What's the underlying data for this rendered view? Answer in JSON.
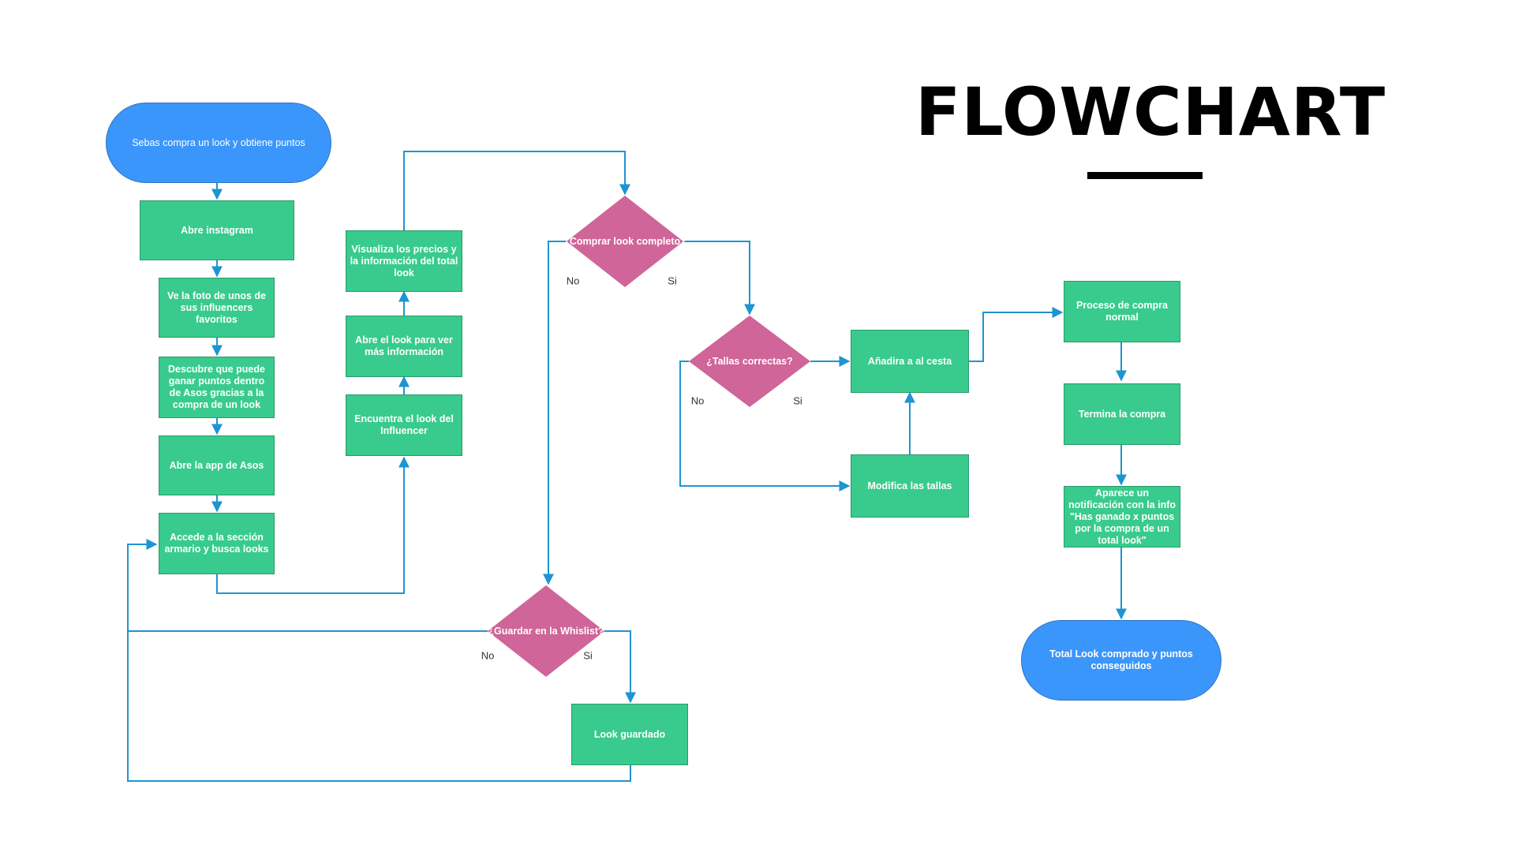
{
  "title": "FLOWCHART",
  "colors": {
    "process": "#38cb8d",
    "terminal": "#3b96fb",
    "decision": "#cf6598",
    "connector": "#1e94d2"
  },
  "terminals": {
    "start": "Sebas compra un look y obtiene puntos",
    "end": "Total Look comprado y puntos conseguidos"
  },
  "steps": {
    "abre_instagram": "Abre instagram",
    "ve_foto": "Ve la foto de unos de sus influencers favoritos",
    "descubre": "Descubre que puede ganar puntos dentro de Asos gracias a la compra de un look",
    "abre_app": "Abre la app de Asos",
    "accede_seccion": "Accede a la sección armario  y busca looks",
    "encuentra_look": "Encuentra el look del Influencer",
    "abre_look": "Abre el look para ver más información",
    "visualiza_precios": "Visualiza los precios y la información del total look",
    "anadir_cesta": "Añadira a al cesta",
    "modifica_tallas": "Modifica las tallas",
    "proceso_compra": "Proceso de compra normal",
    "termina_compra": "Termina la compra",
    "notificacion": "Aparece un notificación con la info \"Has ganado x puntos por la compra de un total look\"",
    "look_guardado": "Look guardado"
  },
  "decisions": {
    "comprar": {
      "label": "¿Comprar look completo?",
      "no": "No",
      "si": "Si"
    },
    "tallas": {
      "label": "¿Tallas correctas?",
      "no": "No",
      "si": "Si"
    },
    "guardar": {
      "label": "¿Guardar en la Whislist?",
      "no": "No",
      "si": "Si"
    }
  }
}
